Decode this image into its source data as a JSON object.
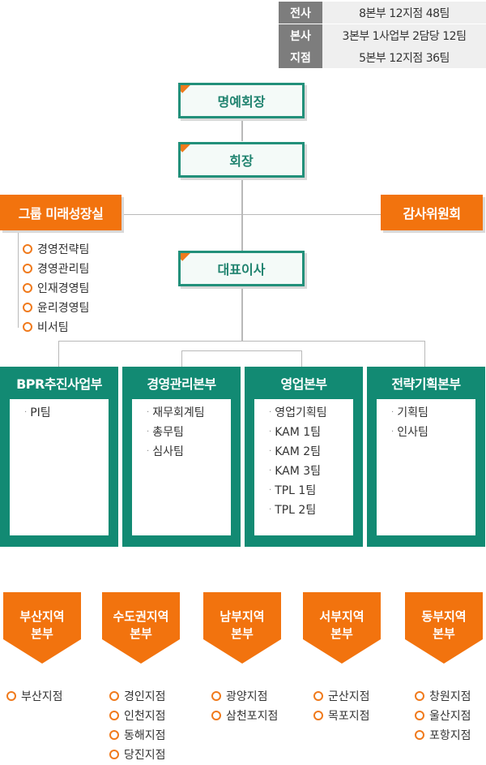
{
  "summary": [
    {
      "key": "전사",
      "value": "8본부 12지점 48팀"
    },
    {
      "key": "본사",
      "value": "3본부 1사업부 2담당 12팀"
    },
    {
      "key": "지점",
      "value": "5본부 12지점 36팀"
    }
  ],
  "executives": {
    "honorary_chairman": "명예회장",
    "chairman": "회장",
    "ceo": "대표이사"
  },
  "future_strategy_office": "그룹 미래성장실",
  "audit_committee": "감사위원회",
  "ceo_teams": [
    "경영전략팀",
    "경영관리팀",
    "인재경영팀",
    "윤리경영팀",
    "비서팀"
  ],
  "divisions": [
    {
      "title": "BPR추진사업부",
      "items": [
        "PI팀"
      ]
    },
    {
      "title": "경영관리본부",
      "items": [
        "재무회계팀",
        "총무팀",
        "심사팀"
      ]
    },
    {
      "title": "영업본부",
      "items": [
        "영업기획팀",
        "KAM 1팀",
        "KAM 2팀",
        "KAM 3팀",
        "TPL 1팀",
        "TPL 2팀"
      ]
    },
    {
      "title": "전략기획본부",
      "items": [
        "기획팀",
        "인사팀"
      ]
    }
  ],
  "regions": [
    {
      "line1": "부산지역",
      "line2": "본부",
      "branches": [
        "부산지점"
      ]
    },
    {
      "line1": "수도권지역",
      "line2": "본부",
      "branches": [
        "경인지점",
        "인천지점",
        "동해지점",
        "당진지점"
      ]
    },
    {
      "line1": "남부지역",
      "line2": "본부",
      "branches": [
        "광양지점",
        "삼천포지점"
      ]
    },
    {
      "line1": "서부지역",
      "line2": "본부",
      "branches": [
        "군산지점",
        "목포지점"
      ]
    },
    {
      "line1": "동부지역",
      "line2": "본부",
      "branches": [
        "창원지점",
        "울산지점",
        "포항지점"
      ]
    }
  ],
  "colors": {
    "accent_green": "#128a73",
    "accent_orange": "#f2730e"
  }
}
